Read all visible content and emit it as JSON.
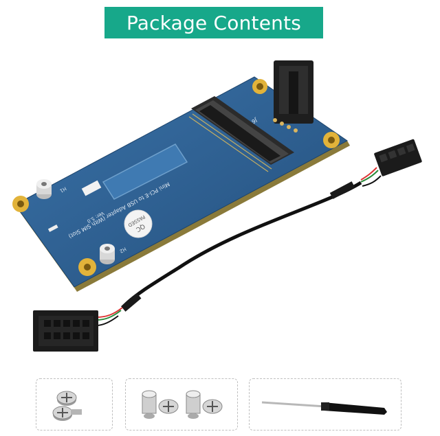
{
  "banner": {
    "title": "Package Contents",
    "color": "#17a88a"
  },
  "board": {
    "color": "#2a5c8e",
    "silk_title": "Mini PCI-E to USB Adapter (With SIM Slot)",
    "silk_version": "Ver: 5.0",
    "silk_slot": "J6",
    "silk_h1": "H1",
    "silk_h2": "H2",
    "qc_text_1": "QC",
    "qc_text_2": "PASSED"
  },
  "accessories": [
    {
      "name": "screws-pair",
      "icon": "screw-icon"
    },
    {
      "name": "standoffs-pair",
      "icon": "standoff-icon"
    },
    {
      "name": "screwdriver",
      "icon": "screwdriver-icon"
    }
  ]
}
